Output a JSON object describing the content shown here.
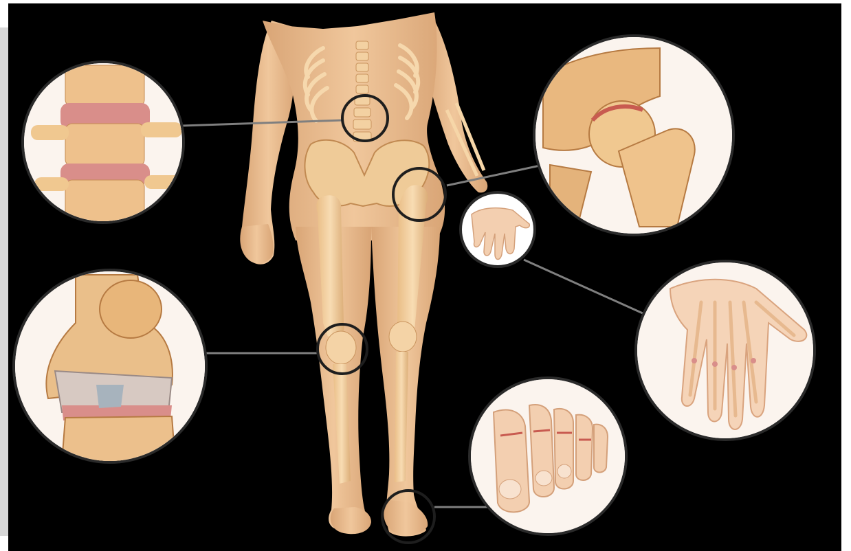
{
  "illustration": {
    "subject": "human-skeleton-with-joint-callouts",
    "background_color": "#000000",
    "skin_color": "#e8b98e",
    "bone_color": "#f2cfa0",
    "inflamed_cartilage_color": "#d98e8a",
    "callout_ring_color": "#2a2a2a",
    "callouts": [
      {
        "joint": "spine",
        "icon": "spine-vertebrae-icon"
      },
      {
        "joint": "hip",
        "icon": "hip-joint-icon"
      },
      {
        "joint": "wrist-hand",
        "icon": "hand-small-icon"
      },
      {
        "joint": "hand",
        "icon": "hand-bones-icon"
      },
      {
        "joint": "knee",
        "icon": "knee-joint-icon"
      },
      {
        "joint": "foot-toes",
        "icon": "toes-icon"
      }
    ]
  }
}
